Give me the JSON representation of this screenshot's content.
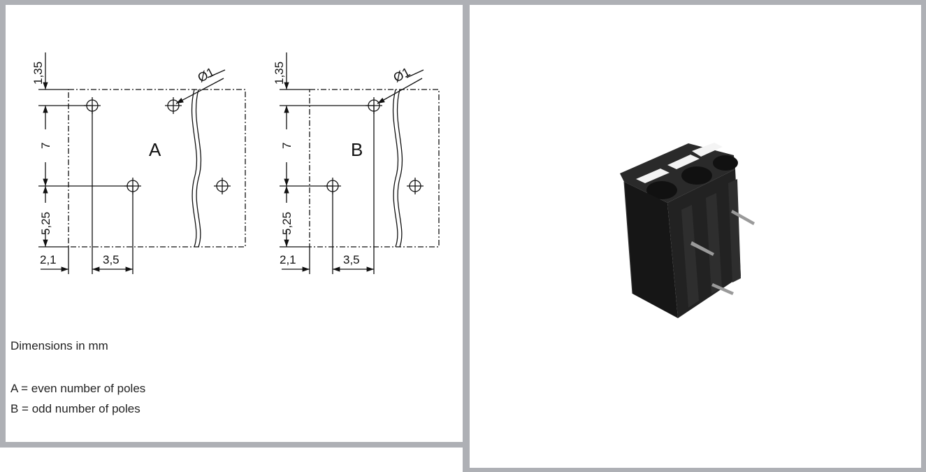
{
  "drawing_a": {
    "letter": "A",
    "dim_top": "1,35",
    "dim_pitch_vertical": "7",
    "dim_bottom": "5,25",
    "dim_left": "2,1",
    "dim_pitch_horizontal": "3,5",
    "hole_diameter": "Ø1"
  },
  "drawing_b": {
    "letter": "B",
    "dim_top": "1,35",
    "dim_pitch_vertical": "7",
    "dim_bottom": "5,25",
    "dim_left": "2,1",
    "dim_pitch_horizontal": "3,5",
    "hole_diameter": "Ø1"
  },
  "caption": {
    "units": "Dimensions in mm",
    "legend_a": "A = even number of poles",
    "legend_b": "B = odd number of poles"
  },
  "colors": {
    "frame": "#aeb0b5",
    "line": "#111111",
    "component": "#1c1c1c"
  }
}
